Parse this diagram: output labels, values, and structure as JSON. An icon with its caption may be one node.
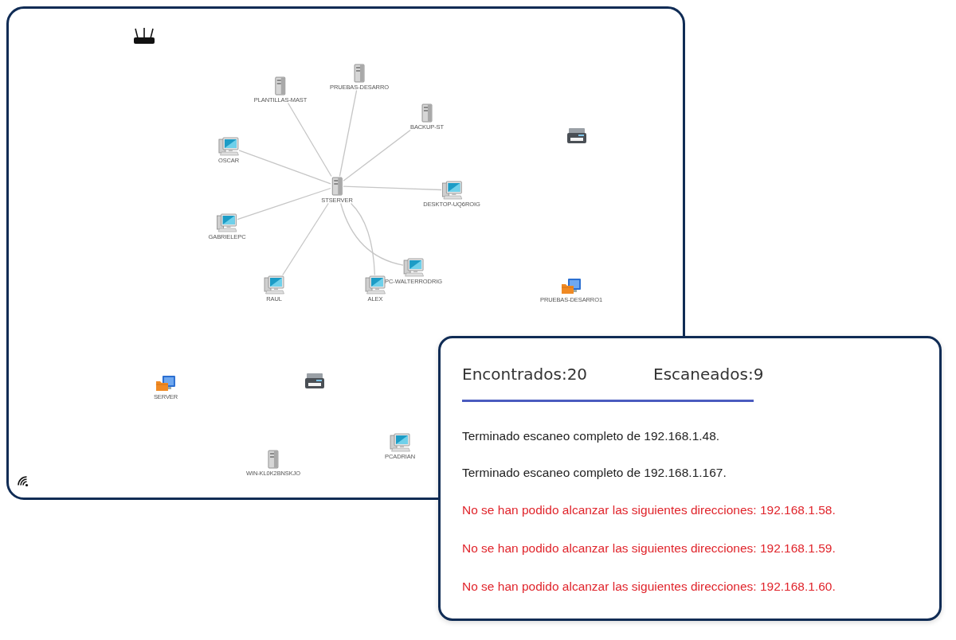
{
  "diagram": {
    "nodes": [
      {
        "text": [],
        "shape": "picture"
      },
      {
        "text": [
          "PRUEBAS-DESARRO"
        ]
      },
      {
        "text": [
          "PLANTILLAS-MAST"
        ]
      },
      {
        "text": [
          "BACKUP-ST"
        ]
      },
      {
        "text": [],
        "shape": "picture"
      },
      {
        "text": [
          "OSCAR"
        ]
      },
      {
        "text": [
          "STSERVER"
        ]
      },
      {
        "text": [
          "DESKTOP-UQ6ROIG"
        ]
      },
      {
        "text": [
          "GABRIELEPC"
        ]
      },
      {
        "text": [
          "PC-WALTERRODRIG"
        ]
      },
      {
        "text": [
          "RAUL"
        ]
      },
      {
        "text": [
          "ALEX"
        ]
      },
      {
        "text": [
          "PRUEBAS-DESARRO1"
        ]
      },
      {
        "text": [
          "SERVER"
        ]
      },
      {
        "text": [],
        "shape": "picture"
      },
      {
        "text": [
          "PCADRIAN"
        ]
      },
      {
        "text": [
          "WIN-KL0K2BNSKJO"
        ]
      }
    ],
    "edges": [
      {
        "from": 6,
        "to": 2,
        "arrow": "none"
      },
      {
        "from": 6,
        "to": 1,
        "arrow": "none"
      },
      {
        "from": 6,
        "to": 3,
        "arrow": "none"
      },
      {
        "from": 6,
        "to": 7,
        "arrow": "none"
      },
      {
        "from": 6,
        "to": 9,
        "arrow": "none"
      },
      {
        "from": 6,
        "to": 11,
        "arrow": "none"
      },
      {
        "from": 6,
        "to": 10,
        "arrow": "none"
      },
      {
        "from": 6,
        "to": 8,
        "arrow": "none"
      },
      {
        "from": 6,
        "to": 5,
        "arrow": "none"
      }
    ],
    "labels": [
      "Encontrados:20",
      "Escaneados:9",
      "Terminado escaneo completo de 192.168.1.48.",
      "Terminado escaneo completo de 192.168.1.167.",
      "No se han podido alcanzar las siguientes direcciones: 192.168.1.58.",
      "No se han podido alcanzar las siguientes direcciones: 192.168.1.59.",
      "No se han podido alcanzar las siguientes direcciones: 192.168.1.60."
    ]
  }
}
